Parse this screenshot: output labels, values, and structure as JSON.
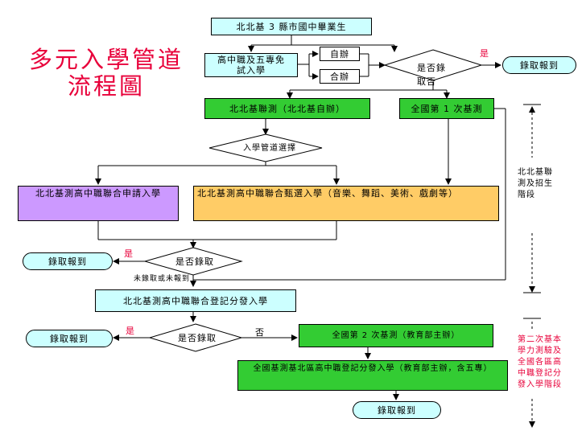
{
  "title": "多元入學管道流程圖",
  "nodes": {
    "graduates": "北北基 3 縣市國中畢業生",
    "exam_free": "高中職及五專免試入學",
    "self_run": "自辦",
    "joint_run": "合辦",
    "admitted_q1": "是否錄取",
    "enroll_1": "錄取報到",
    "joint_test": "北北基聯測（北北基自辦）",
    "national_test_1": "全國第 1 次基測",
    "channel_choice": "入學管道選擇",
    "joint_apply": "北北基測高中職聯合申請入學",
    "joint_select": "北北基測高中職聯合甄選入學（音樂、舞蹈、美術、戲劇等）",
    "admitted_q2": "是否錄取",
    "enroll_2": "錄取報到",
    "joint_register": "北北基測高中職聯合登記分發入學",
    "admitted_q3": "是否錄取",
    "enroll_3": "錄取報到",
    "national_test_2": "全國第 2 次基測（教育部主辦）",
    "national_register": "全國基測基北區高中職登記分發入學（教育部主辦，含五專）",
    "enroll_4": "錄取報到"
  },
  "labels": {
    "yes_1": "是",
    "no_1": "否",
    "yes_2": "是",
    "not_admitted": "未錄取或未報到",
    "yes_3": "是",
    "no_3": "否"
  },
  "stages": {
    "stage_1": "北北基聯測及招生階段",
    "stage_2": "第二次基本學力測驗及全國各區高中職登記分發入學階段"
  },
  "colors": {
    "cyan": "#ccffff",
    "green": "#33cc33",
    "lavender": "#cc99ff",
    "tan": "#ffcc66",
    "red": "#e8003a"
  }
}
